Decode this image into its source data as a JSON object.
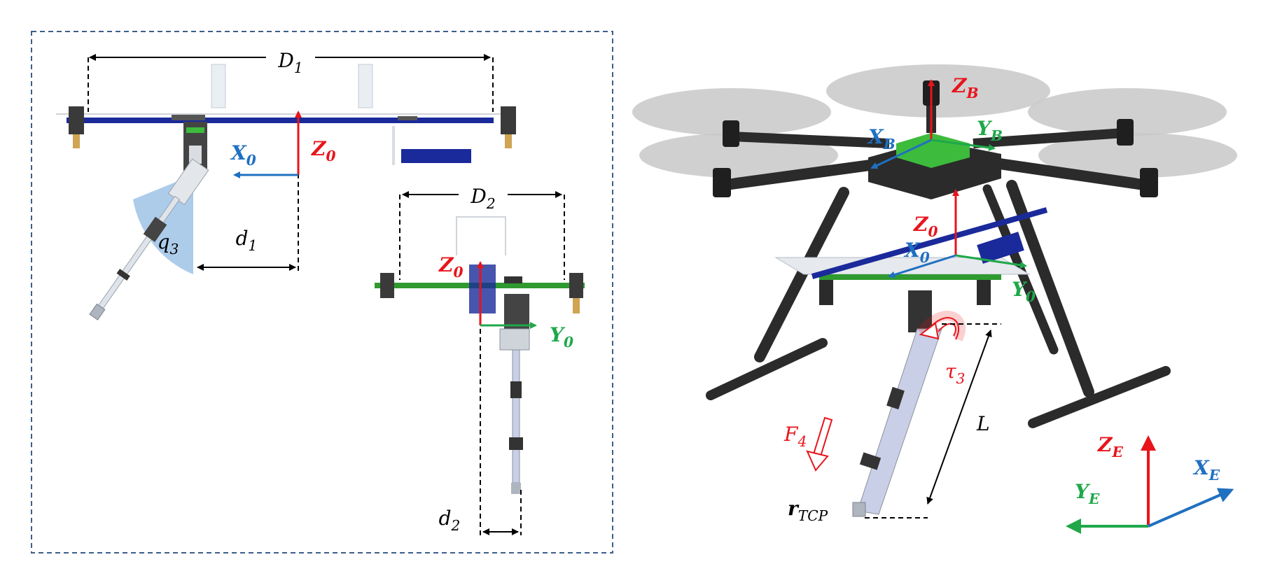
{
  "colors": {
    "z_axis": "#e8141b",
    "x_axis": "#1f70c1",
    "y_axis": "#1fa84a",
    "dimension": "#000000",
    "frame_border": "#3c5f8a",
    "joint_sector": "#9dc3e6",
    "front_rail": "#1a2a9a",
    "side_rail": "#2f9a2f",
    "body_dark": "#2b2b2b",
    "propeller": "#c8c8c8",
    "body_top": "#3dbb3d"
  },
  "left_panel": {
    "front_view": {
      "span_label": "D",
      "span_sub": "1",
      "offset_label": "d",
      "offset_sub": "1",
      "joint_label": "q",
      "joint_sub": "3",
      "z_axis": {
        "name": "Z",
        "sub": "0"
      },
      "x_axis": {
        "name": "X",
        "sub": "0"
      }
    },
    "side_view": {
      "span_label": "D",
      "span_sub": "2",
      "offset_label": "d",
      "offset_sub": "2",
      "z_axis": {
        "name": "Z",
        "sub": "0"
      },
      "y_axis": {
        "name": "Y",
        "sub": "0"
      }
    }
  },
  "right_panel": {
    "body_frame": {
      "z_axis": {
        "name": "Z",
        "sub": "B"
      },
      "x_axis": {
        "name": "X",
        "sub": "B"
      },
      "y_axis": {
        "name": "Y",
        "sub": "B"
      }
    },
    "arm_frame": {
      "z_axis": {
        "name": "Z",
        "sub": "0"
      },
      "x_axis": {
        "name": "X",
        "sub": "0"
      },
      "y_axis": {
        "name": "Y",
        "sub": "0"
      }
    },
    "torque": {
      "name": "τ",
      "sub": "3"
    },
    "force": {
      "name": "F",
      "sub": "4"
    },
    "length": {
      "name": "L"
    },
    "tcp": {
      "name": "r",
      "sub": "TCP"
    },
    "earth_frame": {
      "z_axis": {
        "name": "Z",
        "sub": "E"
      },
      "x_axis": {
        "name": "X",
        "sub": "E"
      },
      "y_axis": {
        "name": "Y",
        "sub": "E"
      }
    }
  }
}
